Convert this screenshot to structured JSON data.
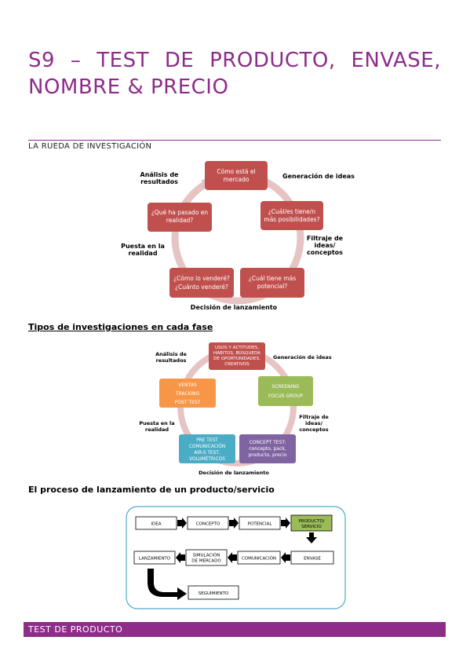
{
  "heading": {
    "title": "S9 – TEST DE PRODUCTO, ENVASE, NOMBRE & PRECIO"
  },
  "section": {
    "label": "LA RUEDA DE INVESTIGACIÓN"
  },
  "wheel1": {
    "boxes": [
      "Cómo está el mercado",
      "¿Cuál/es tiene/n más posibilidades?",
      "¿Cuál tiene más potencial?",
      "¿Cómo lo venderé? ¿Cuánto venderé?",
      "¿Qué ha pasado en realidad?"
    ],
    "labels": {
      "generacion": "Generación de ideas",
      "filtraje": "Filtraje de ideas/ conceptos",
      "decision": "Decisión de lanzamiento",
      "puesta": "Puesta en la realidad",
      "analisis": "Análisis de resultados"
    },
    "colors": {
      "box": "#c0504d",
      "ring": "#e6c4c3"
    }
  },
  "tipos": {
    "heading": "Tipos de investigaciones en cada fase"
  },
  "wheel2": {
    "boxes": {
      "top": "USOS Y ACTITUDES, HÁBITOS, BÚSQUEDA DE OPORTUNIDADES, CREATIVOS",
      "right": "SCREENING FOCUS GROUP",
      "bottom_right": "CONCEPT TEST: concepto, pack, producto, precio",
      "bottom_left": "PRE TEST COMUNICACIÓN AIR-S TEST, VOLUMÉTRICOS",
      "left": "VENTAS TRACKING POST TEST"
    },
    "labels": {
      "generacion": "Generación de ideas",
      "filtraje": "Filtraje de ideas/ conceptos",
      "decision": "Decisión de lanzamiento",
      "puesta": "Puesta en la realidad",
      "analisis": "Análisis de resultados"
    },
    "colors": {
      "top": "#c0504d",
      "right": "#9bbb59",
      "bottom_right": "#8064a2",
      "bottom_left": "#4bacc6",
      "left": "#f79646"
    }
  },
  "proceso": {
    "heading": "El proceso de lanzamiento de un producto/servicio",
    "steps": {
      "idea": "IDEA",
      "concepto": "CONCEPTO",
      "potencial": "POTENCIAL",
      "producto": "PRODUCTO/ SERVICIO",
      "envase": "ENVASE",
      "comunicacion": "COMUNICACIÓN",
      "simulacion": "SIMULACIÓN DE MERCADO",
      "lanzamiento": "LANZAMIENTO",
      "seguimiento": "SEGUIMIENTO"
    },
    "colors": {
      "highlight": "#9bbb59",
      "frame": "#4bacc6"
    }
  },
  "footer": {
    "label": "TEST DE PRODUCTO"
  }
}
